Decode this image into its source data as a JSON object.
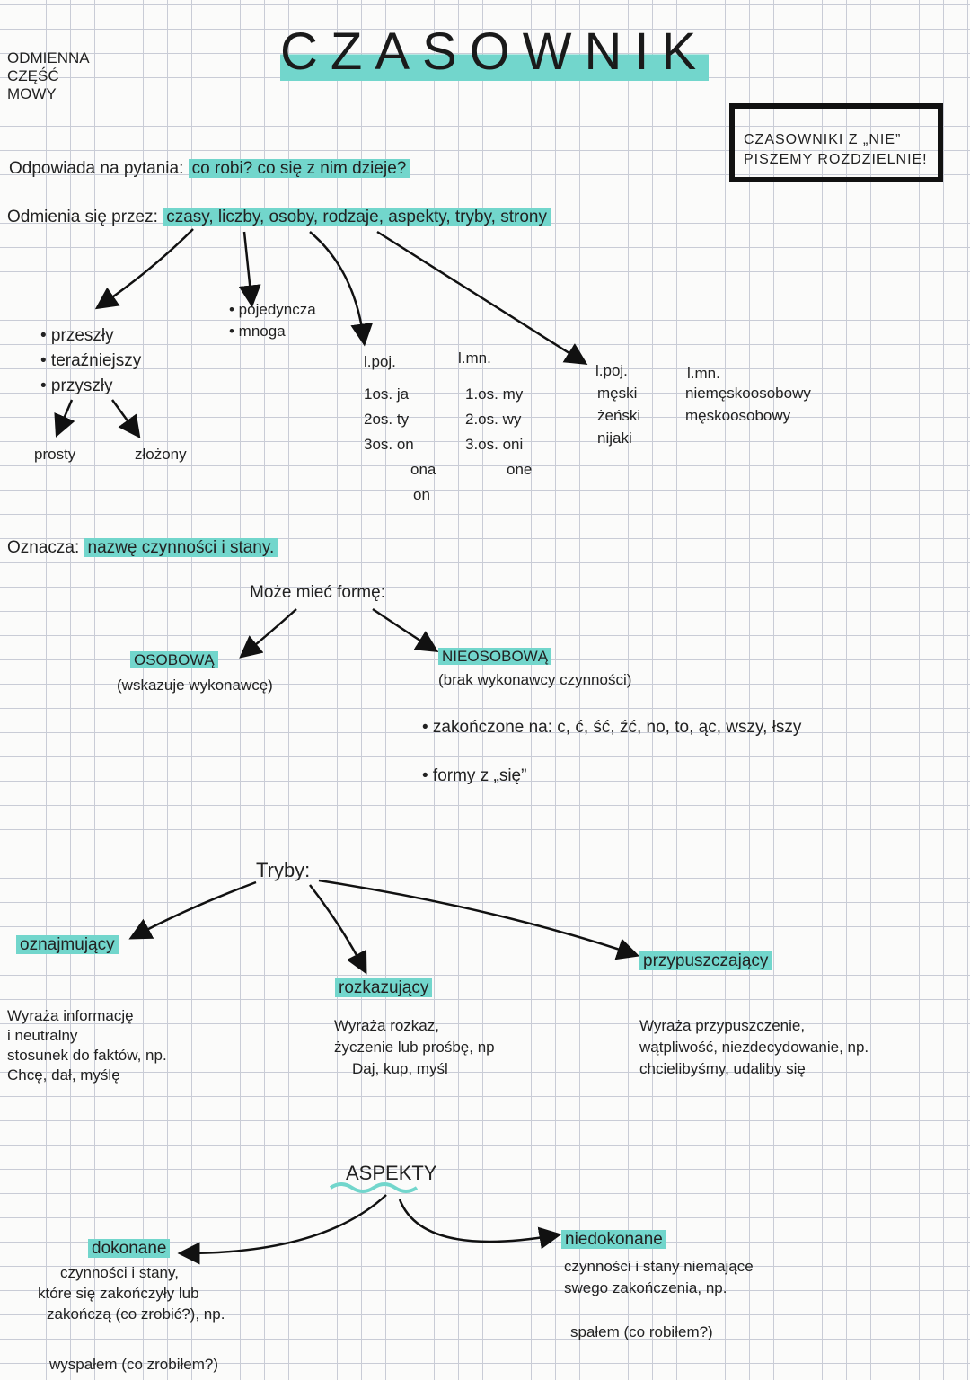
{
  "side_label": [
    "ODMIENNA",
    "CZĘŚĆ",
    "MOWY"
  ],
  "title": "CZASOWNIK",
  "rule": {
    "line1": "CZASOWNIKI Z „NIE”",
    "line2": "PISZEMY ROZDZIELNIE!"
  },
  "questions": {
    "label": "Odpowiada na pytania:",
    "value": "co robi? co się z nim dzieje?"
  },
  "inflection": {
    "label": "Odmienia się przez:",
    "value": "czasy, liczby, osoby, rodzaje, aspekty, tryby, strony"
  },
  "tenses": [
    "• przeszły",
    "• teraźniejszy",
    "• przyszły"
  ],
  "future": [
    "prosty",
    "złożony"
  ],
  "numbers": [
    "• pojedyncza",
    "• mnoga"
  ],
  "persons": {
    "sg_head": "l.poj.",
    "pl_head": "l.mn.",
    "sg": [
      "1os. ja",
      "2os. ty",
      "3os. on",
      "ona",
      "on"
    ],
    "pl": [
      "1.os. my",
      "2.os. wy",
      "3.os. oni",
      "one"
    ]
  },
  "genders": {
    "sg_head": "l.poj.",
    "pl_head": "l.mn.",
    "sg": [
      "męski",
      "żeński",
      "nijaki"
    ],
    "pl": [
      "niemęskoosobowy",
      "męskoosobowy"
    ]
  },
  "means": {
    "label": "Oznacza:",
    "value": "nazwę czynności i stany."
  },
  "forms": {
    "heading": "Może mieć formę:",
    "personal": "OSOBOWĄ",
    "personal_note": "(wskazuje wykonawcę)",
    "impersonal": "NIEOSOBOWĄ",
    "impersonal_note": "(brak wykonawcy czynności)",
    "bullet1": "• zakończone na: c, ć, ść, źć, no, to, ąc, wszy, łszy",
    "bullet2": "• formy z „się”"
  },
  "moods": {
    "heading": "Tryby:",
    "items": [
      {
        "name": "oznajmujący",
        "desc": [
          "Wyraża informację",
          "i neutralny",
          "stosunek do faktów, np.",
          "Chcę, dał, myślę"
        ]
      },
      {
        "name": "rozkazujący",
        "desc": [
          "Wyraża rozkaz,",
          "życzenie lub prośbę, np",
          "Daj, kup, myśl"
        ]
      },
      {
        "name": "przypuszczający",
        "desc": [
          "Wyraża przypuszczenie,",
          "wątpliwość, niezdecydowanie, np.",
          "chcielibyśmy, udaliby się"
        ]
      }
    ]
  },
  "aspects": {
    "heading": "ASPEKTY",
    "perfective": {
      "name": "dokonane",
      "desc": [
        "czynności i stany,",
        "które się zakończyły lub",
        "zakończą (co zrobić?), np."
      ],
      "example": "wyspałem (co zrobiłem?)"
    },
    "imperfective": {
      "name": "niedokonane",
      "desc": [
        "czynności i stany niemające",
        "swego zakończenia, np."
      ],
      "example": "spałem (co robiłem?)"
    }
  },
  "colors": {
    "highlight": "#72d6cc",
    "ink": "#222222"
  }
}
